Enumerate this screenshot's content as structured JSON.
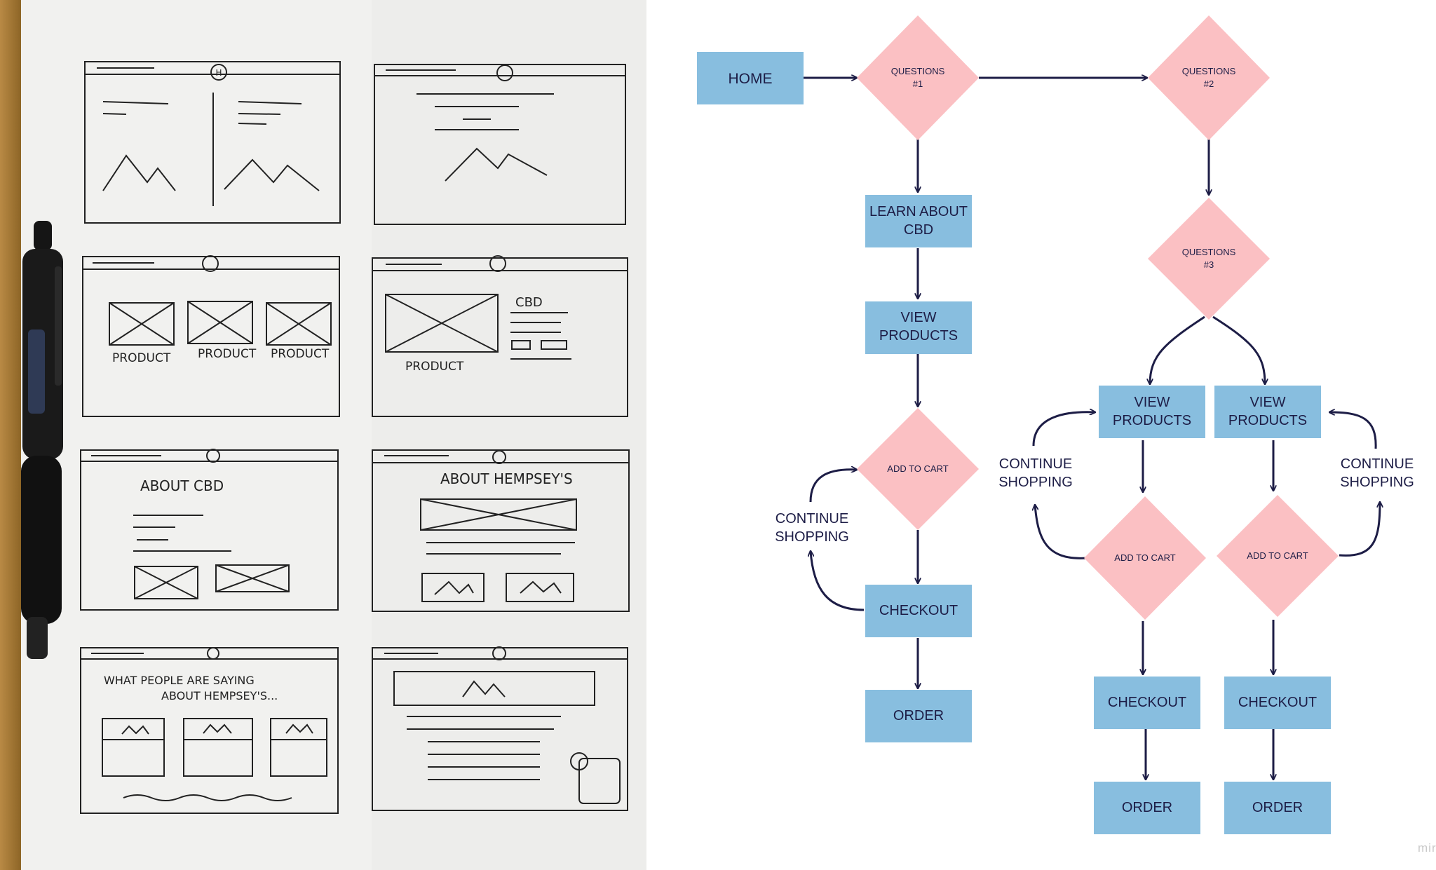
{
  "photo": {
    "caption": "",
    "sketch_labels": {
      "product": "PRODUCT",
      "cbd": "CBD",
      "about_cbd": "ABOUT CBD",
      "about_hempseys": "ABOUT HEMPSEY'S",
      "testimonials_line1": "WHAT PEOPLE ARE SAYING",
      "testimonials_line2": "ABOUT HEMPSEY'S...",
      "logo_letter": "H"
    }
  },
  "flowchart": {
    "colors": {
      "box": "#88bedf",
      "decision": "#fbc0c3",
      "arrow": "#1d1d46",
      "text": "#1d1d46"
    },
    "home": "HOME",
    "q1": [
      "QUESTIONS",
      "#1"
    ],
    "q2": [
      "QUESTIONS",
      "#2"
    ],
    "q3": [
      "QUESTIONS",
      "#3"
    ],
    "learn": [
      "LEARN ABOUT",
      "CBD"
    ],
    "view_products": [
      "VIEW",
      "PRODUCTS"
    ],
    "add_to_cart": "ADD TO CART",
    "checkout": "CHECKOUT",
    "order": "ORDER",
    "continue_shopping": [
      "CONTINUE",
      "SHOPPING"
    ],
    "watermark": "mir"
  }
}
